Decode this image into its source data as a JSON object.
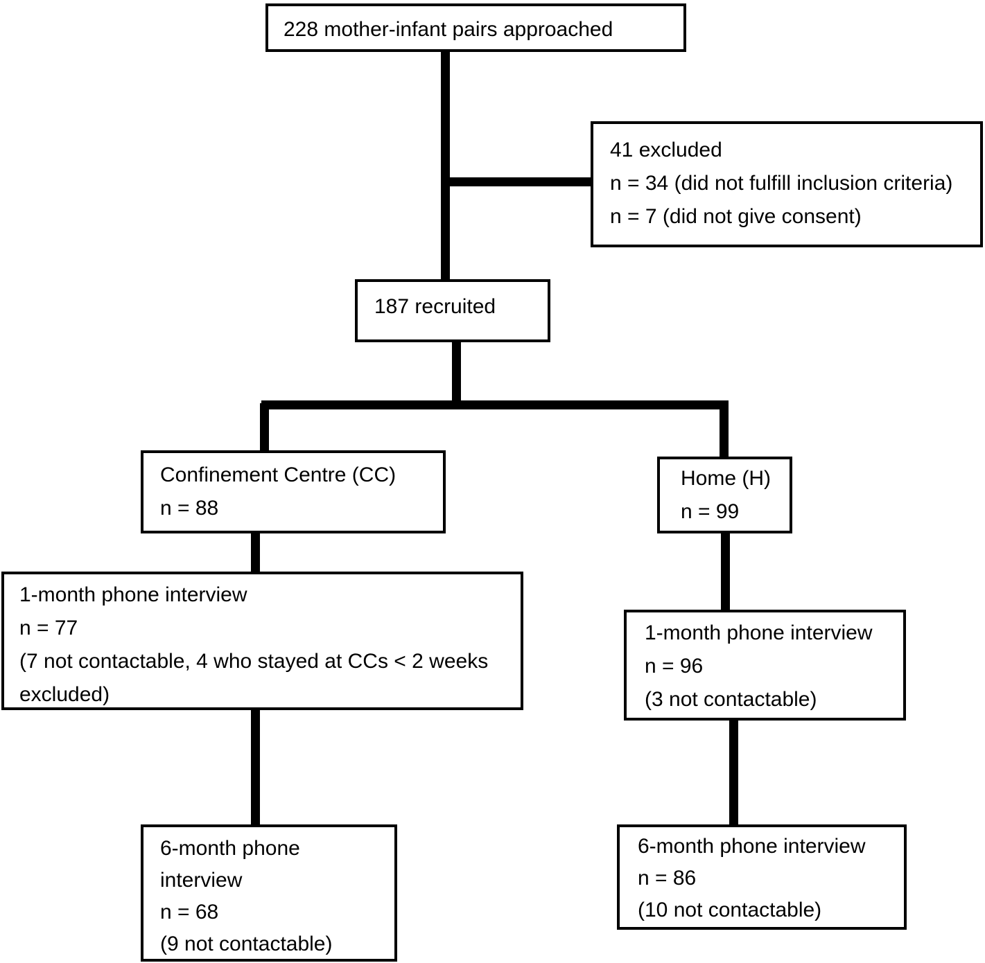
{
  "colors": {
    "background": "#ffffff",
    "box_border": "#000000",
    "connector": "#000000",
    "text": "#000000"
  },
  "nodes": {
    "approached": {
      "lines": [
        "228 mother-infant pairs approached"
      ]
    },
    "excluded": {
      "lines": [
        "41 excluded",
        "n = 34 (did not fulfill inclusion criteria)",
        "n = 7 (did not give consent)"
      ]
    },
    "recruited": {
      "lines": [
        "187 recruited"
      ]
    },
    "confinement_centre": {
      "lines": [
        "Confinement Centre (CC)",
        "n = 88"
      ]
    },
    "home": {
      "lines": [
        "Home (H)",
        "n = 99"
      ]
    },
    "cc_one_month": {
      "lines": [
        "1-month phone interview",
        "n = 77",
        "(7 not contactable, 4 who stayed at CCs < 2 weeks",
        "excluded)"
      ]
    },
    "home_one_month": {
      "lines": [
        "1-month phone interview",
        "n = 96",
        "(3 not contactable)"
      ]
    },
    "cc_six_month": {
      "lines": [
        "6-month phone",
        "interview",
        "n = 68",
        "(9 not contactable)"
      ]
    },
    "home_six_month": {
      "lines": [
        "6-month phone interview",
        "n = 86",
        "(10 not contactable)"
      ]
    }
  }
}
